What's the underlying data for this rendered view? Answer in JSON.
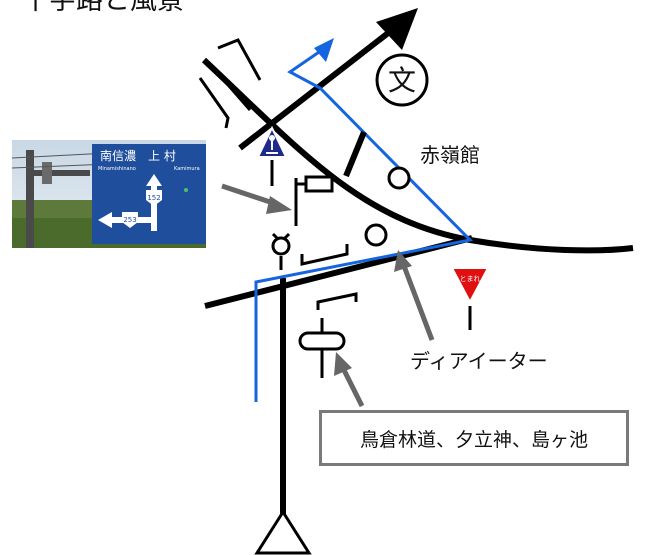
{
  "title": "十字路と風景",
  "school_symbol": "文",
  "labels": {
    "hotel": "赤嶺館",
    "d_eater": "ディアイーター",
    "destinations": "鳥倉林道、夕立神、島ヶ池",
    "stop_sign": "とまれ"
  },
  "road_sign": {
    "north_text": "南信濃　上 村",
    "north_romaji_left": "Minamishinano",
    "north_romaji_right": "Kamimura",
    "route_north": "152",
    "route_west": "253"
  },
  "colors": {
    "road": "#000000",
    "route_line": "#1565e0",
    "arrow": "#666666",
    "stop_sign_red": "#e01010",
    "crosswalk_sign": "#1c2a8c",
    "sign_board": "#1f4f9c"
  }
}
